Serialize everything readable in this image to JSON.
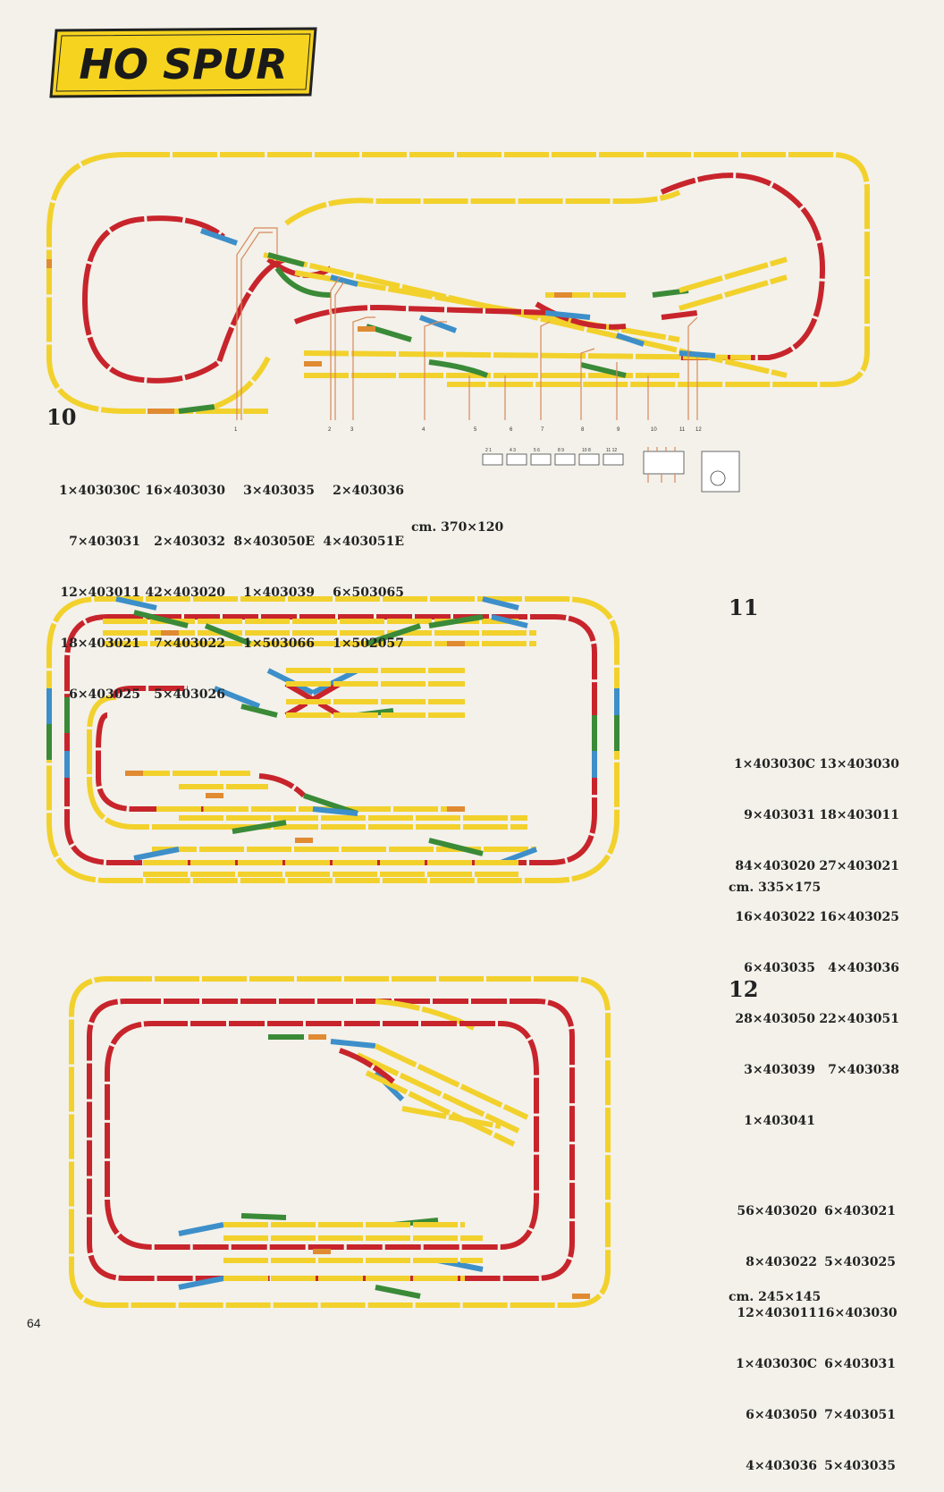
{
  "header": {
    "title": "HO SPUR",
    "banner_color": "#f5d31f"
  },
  "colors": {
    "yellow": "#f2d12c",
    "red": "#c8242c",
    "blue": "#3d8fc9",
    "green": "#3a8a38",
    "orange": "#e08a32",
    "wire": "#d9885a"
  },
  "layout10": {
    "number": "10",
    "parts": [
      [
        "1×403030C",
        "16×403030",
        "3×403035",
        "2×403036"
      ],
      [
        "7×403031",
        "2×403032",
        "8×403050E",
        "4×403051E"
      ],
      [
        "12×403011",
        "42×403020",
        "1×403039",
        "6×503065"
      ],
      [
        "18×403021",
        "7×403022",
        "1×503066",
        "1×502057"
      ],
      [
        "6×403025",
        "5×403026",
        "",
        ""
      ]
    ],
    "size": "cm. 370×120",
    "wire_labels": [
      "1",
      "2",
      "3",
      "4",
      "5",
      "6",
      "7",
      "8",
      "9",
      "10",
      "11",
      "12"
    ],
    "switchbox_labels": [
      "2 1",
      "4 3",
      "5 6",
      "8 9",
      "10 8",
      "11 12"
    ]
  },
  "layout11": {
    "number": "11",
    "parts": [
      [
        "1×403030C",
        "13×403030"
      ],
      [
        "9×403031",
        "18×403011"
      ],
      [
        "84×403020",
        "27×403021"
      ],
      [
        "16×403022",
        "16×403025"
      ],
      [
        "6×403035",
        "4×403036"
      ],
      [
        "28×403050",
        "22×403051"
      ],
      [
        "3×403039",
        "7×403038"
      ],
      [
        "1×403041",
        ""
      ]
    ],
    "size": "cm. 335×175"
  },
  "layout12": {
    "number": "12",
    "parts": [
      [
        "56×403020",
        "6×403021"
      ],
      [
        "8×403022",
        "5×403025"
      ],
      [
        "12×403011",
        "16×403030"
      ],
      [
        "1×403030C",
        "6×403031"
      ],
      [
        "6×403050",
        "7×403051"
      ],
      [
        "4×403036",
        "5×403035"
      ]
    ],
    "size": "cm. 245×145"
  },
  "page_number": "64"
}
